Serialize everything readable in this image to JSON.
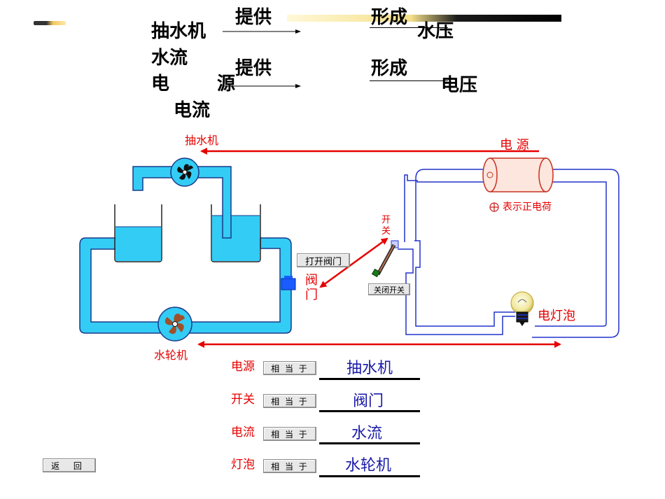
{
  "header": {
    "row1_source": "抽水机",
    "row1_provide": "提供",
    "row1_form": "形成",
    "row1_result": "水压",
    "row1_flow": "水流",
    "row2_source_a": "电",
    "row2_source_b": "源",
    "row2_provide": "提供",
    "row2_form": "形成",
    "row2_result": "电压",
    "row2_flow": "电流"
  },
  "diagram": {
    "pump_label": "抽水机",
    "turbine_label": "水轮机",
    "valve_label_a": "阀",
    "valve_label_b": "门",
    "switch_label_a": "开",
    "switch_label_b": "关",
    "power_label": "电 源",
    "positive_note": "表示正电荷",
    "bulb_label": "电灯泡",
    "open_valve_button": "打开阀门",
    "close_switch_button": "关闭开关",
    "colors": {
      "water": "#33ccf5",
      "pipe_outline": "#1a3a8a",
      "wire": "#2233cc",
      "arrow": "#e60000"
    }
  },
  "matching": {
    "equals_button": "相 当 于",
    "rows": [
      {
        "term": "电源",
        "answer": "抽水机"
      },
      {
        "term": "开关",
        "answer": "阀门"
      },
      {
        "term": "电流",
        "answer": "水流"
      },
      {
        "term": "灯泡",
        "answer": "水轮机"
      }
    ]
  },
  "nav": {
    "back_button": "返 回"
  }
}
